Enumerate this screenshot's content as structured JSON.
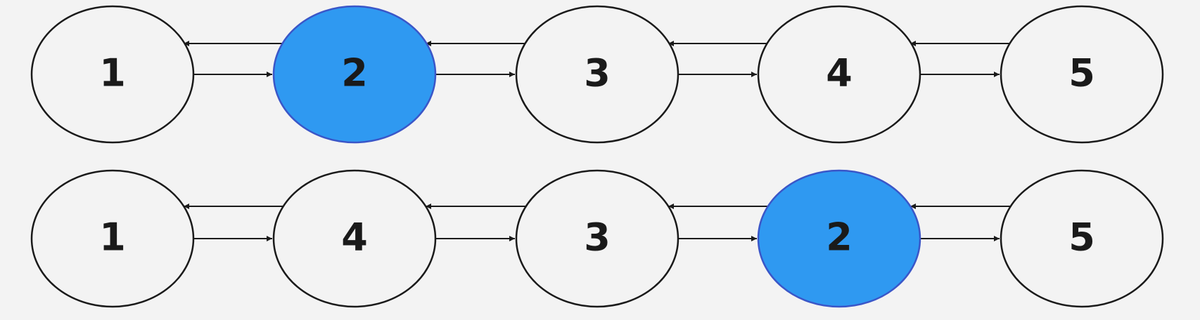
{
  "colors": {
    "background": "#f3f3f3",
    "node_fill": "#f3f3f3",
    "node_stroke": "#1a1a1a",
    "highlight_fill": "#2f99f1",
    "highlight_stroke": "#3a56c8",
    "edge": "#1a1a1a"
  },
  "rows": [
    {
      "nodes": [
        {
          "label": "1",
          "highlighted": false
        },
        {
          "label": "2",
          "highlighted": true
        },
        {
          "label": "3",
          "highlighted": false
        },
        {
          "label": "4",
          "highlighted": false
        },
        {
          "label": "5",
          "highlighted": false
        }
      ]
    },
    {
      "nodes": [
        {
          "label": "1",
          "highlighted": false
        },
        {
          "label": "4",
          "highlighted": false
        },
        {
          "label": "3",
          "highlighted": false
        },
        {
          "label": "2",
          "highlighted": true
        },
        {
          "label": "5",
          "highlighted": false
        }
      ]
    }
  ]
}
